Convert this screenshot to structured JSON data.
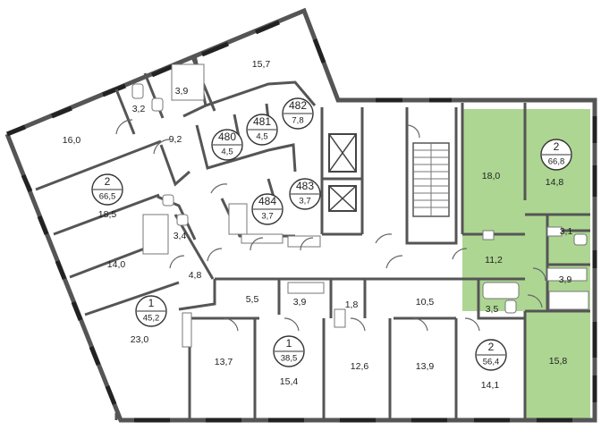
{
  "plan": {
    "highlight_color": "#9fcf7f",
    "rooms": [
      {
        "id": "r1",
        "label": "15,7"
      },
      {
        "id": "r2",
        "label": "3,9"
      },
      {
        "id": "r3",
        "label": "3,2"
      },
      {
        "id": "r4",
        "label": "16,0"
      },
      {
        "id": "r5",
        "label": "9,2"
      },
      {
        "id": "r6",
        "label": "18,5"
      },
      {
        "id": "r7",
        "label": "3,4"
      },
      {
        "id": "r8",
        "label": "14,0"
      },
      {
        "id": "r9",
        "label": "4,8"
      },
      {
        "id": "r10",
        "label": "23,0"
      },
      {
        "id": "r11",
        "label": "5,5"
      },
      {
        "id": "r12",
        "label": "3,9"
      },
      {
        "id": "r13",
        "label": "1,8"
      },
      {
        "id": "r14",
        "label": "10,5"
      },
      {
        "id": "r15",
        "label": "3,5"
      },
      {
        "id": "r16",
        "label": "13,7"
      },
      {
        "id": "r17",
        "label": "15,4"
      },
      {
        "id": "r18",
        "label": "12,6"
      },
      {
        "id": "r19",
        "label": "13,9"
      },
      {
        "id": "r20",
        "label": "14,1"
      },
      {
        "id": "r21",
        "label": "18,0"
      },
      {
        "id": "r22",
        "label": "14,8"
      },
      {
        "id": "r23",
        "label": "11,2"
      },
      {
        "id": "r24",
        "label": "3,1"
      },
      {
        "id": "r25",
        "label": "3,9"
      },
      {
        "id": "r26",
        "label": "15,8"
      }
    ],
    "apartments": [
      {
        "id": "a1",
        "rooms": "2",
        "area": "66,5"
      },
      {
        "id": "a2",
        "rooms": "1",
        "area": "45,2"
      },
      {
        "id": "a3",
        "rooms": "1",
        "area": "38,5"
      },
      {
        "id": "a4",
        "rooms": "2",
        "area": "56,4"
      },
      {
        "id": "a5",
        "rooms": "2",
        "area": "66,8"
      }
    ],
    "units": [
      {
        "id": "u480",
        "number": "480",
        "area": "4,5"
      },
      {
        "id": "u481",
        "number": "481",
        "area": "4,5"
      },
      {
        "id": "u482",
        "number": "482",
        "area": "7,8"
      },
      {
        "id": "u483",
        "number": "483",
        "area": "3,7"
      },
      {
        "id": "u484",
        "number": "484",
        "area": "3,7"
      }
    ]
  }
}
